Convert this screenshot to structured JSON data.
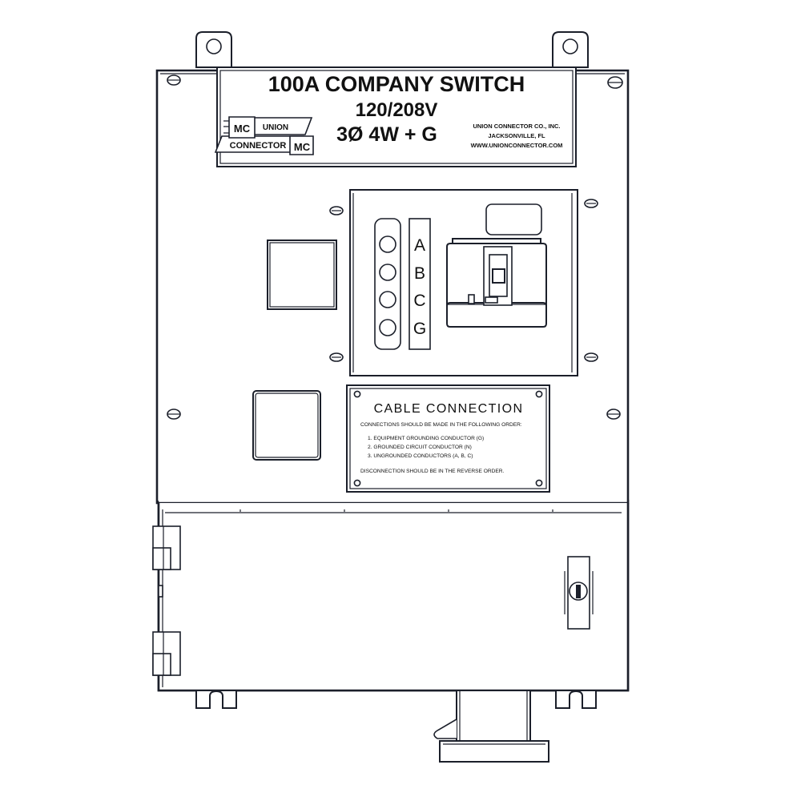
{
  "drawing": {
    "background": "#ffffff",
    "line_color": "#1b1f2a",
    "fill_color": "#ffffff"
  },
  "nameplate": {
    "title": "100A COMPANY SWITCH",
    "voltage": "120/208V",
    "configuration": "3Ø 4W + G",
    "logo": {
      "top_word": "UNION",
      "bottom_word": "CONNECTOR",
      "mark": "MC"
    },
    "company": {
      "name": "UNION CONNECTOR CO., INC.",
      "city": "JACKSONVILLE, FL",
      "website": "WWW.UNIONCONNECTOR.COM"
    }
  },
  "panel": {
    "phase_labels": [
      "A",
      "B",
      "C",
      "G"
    ],
    "terminal_count": 4,
    "breaker": {
      "handle_position": "on"
    }
  },
  "cable_plate": {
    "title": "CABLE CONNECTION",
    "intro": "CONNECTIONS SHOULD BE MADE IN THE FOLLOWING ORDER:",
    "steps": [
      "1. EQUIPMENT GROUNDING CONDUCTOR (G)",
      "2. GROUNDED CIRCUIT CONDUCTOR (N)",
      "3. UNGROUNDED CONDUCTORS (A, B, C)"
    ],
    "footer": "DISCONNECTION SHOULD BE IN THE REVERSE ORDER."
  },
  "enclosure": {
    "blank_plate_upper": "blank-cover-plate",
    "blank_plate_lower": "blank-cover-plate",
    "latch": "quarter-turn-latch",
    "hinge_count": 2,
    "mounting_tabs": 2,
    "foot_tabs": 2,
    "conduit_hub": "bottom-conduit-hub"
  }
}
